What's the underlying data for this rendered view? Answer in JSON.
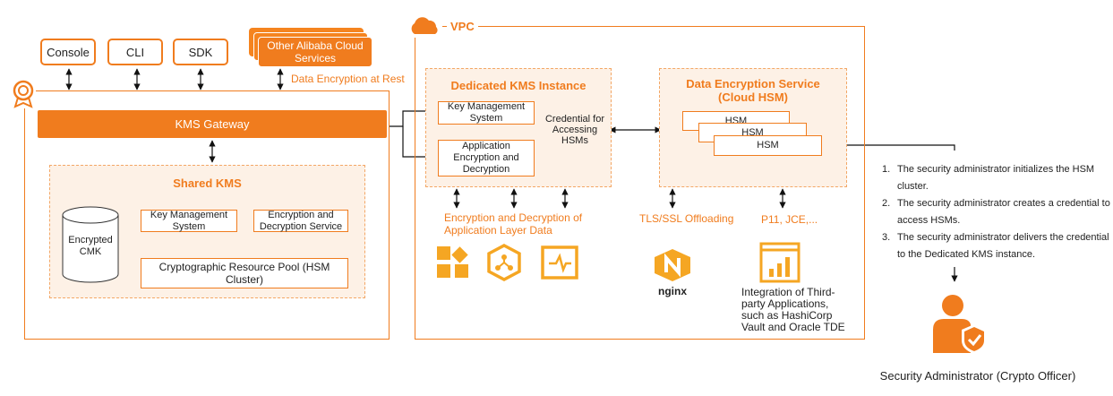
{
  "clients": {
    "console": "Console",
    "cli": "CLI",
    "sdk": "SDK",
    "other_services": "Other Alibaba Cloud Services",
    "rest_encryption": "Data Encryption at Rest"
  },
  "left": {
    "gateway": "KMS Gateway",
    "shared_kms": {
      "title": "Shared KMS",
      "encrypted_cmk": "Encrypted CMK",
      "key_management": "Key Management System",
      "enc_service": "Encryption and Decryption Service",
      "resource_pool": "Cryptographic Resource Pool (HSM Cluster)"
    }
  },
  "vpc": {
    "label": "VPC",
    "dedicated": {
      "title": "Dedicated KMS Instance",
      "key_management": "Key Management System",
      "app_enc": "Application Encryption and Decryption",
      "credential": "Credential for Accessing HSMs"
    },
    "des": {
      "title_line1": "Data Encryption Service",
      "title_line2": "(Cloud HSM)",
      "hsm": [
        "HSM",
        "HSM",
        "HSM"
      ]
    },
    "app_layer": "Encryption and Decryption of Application Layer Data",
    "tls": "TLS/SSL Offloading",
    "p11": "P11, JCE,...",
    "nginx": "nginx",
    "third_party": "Integration of Third-party Applications, such as HashiCorp Vault and Oracle TDE"
  },
  "steps": [
    "The security administrator initializes the HSM cluster.",
    "The security administrator creates a credential to access HSMs.",
    "The security administrator delivers the credential to the Dedicated KMS instance."
  ],
  "admin_label": "Security Administrator (Crypto Officer)",
  "colors": {
    "accent": "#f07c1e",
    "icon_orange": "#f5a623",
    "panel_fill": "#fdf1e6"
  }
}
